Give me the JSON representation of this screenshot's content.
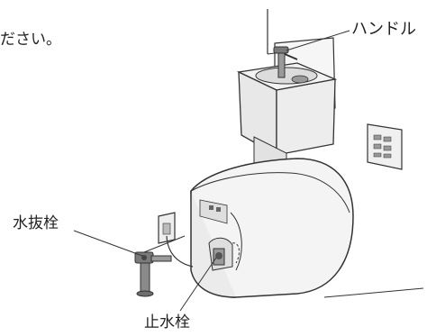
{
  "instruction_fragment": "ださい。",
  "labels": {
    "handle": "ハンドル",
    "drain_plug": "水抜栓",
    "stop_valve": "止水栓"
  },
  "colors": {
    "line": "#333333",
    "fill_light": "#f4f4f4",
    "fill_mid": "#e6e6e6",
    "fill_dark": "#cfcfcf",
    "accent": "#8a8a8a"
  }
}
